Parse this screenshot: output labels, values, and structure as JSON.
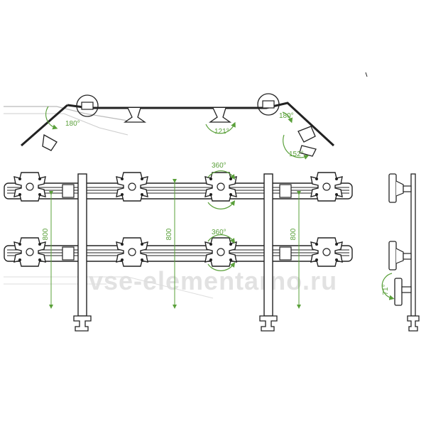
{
  "diagram": {
    "top_view": {
      "angle_left": "180°",
      "angle_center": "121°",
      "angle_right": "180°",
      "angle_right_lower": "152°"
    },
    "front_view": {
      "rotation_upper": "360°",
      "rotation_lower": "360°",
      "height_left": "800",
      "height_center": "800",
      "height_right": "800"
    },
    "side_view": {
      "tilt": "71°"
    },
    "watermark": "vse-elementarno.ru",
    "colors": {
      "line": "#222222",
      "dimension": "#5aa03a",
      "watermark": "#e2e2e2"
    }
  }
}
